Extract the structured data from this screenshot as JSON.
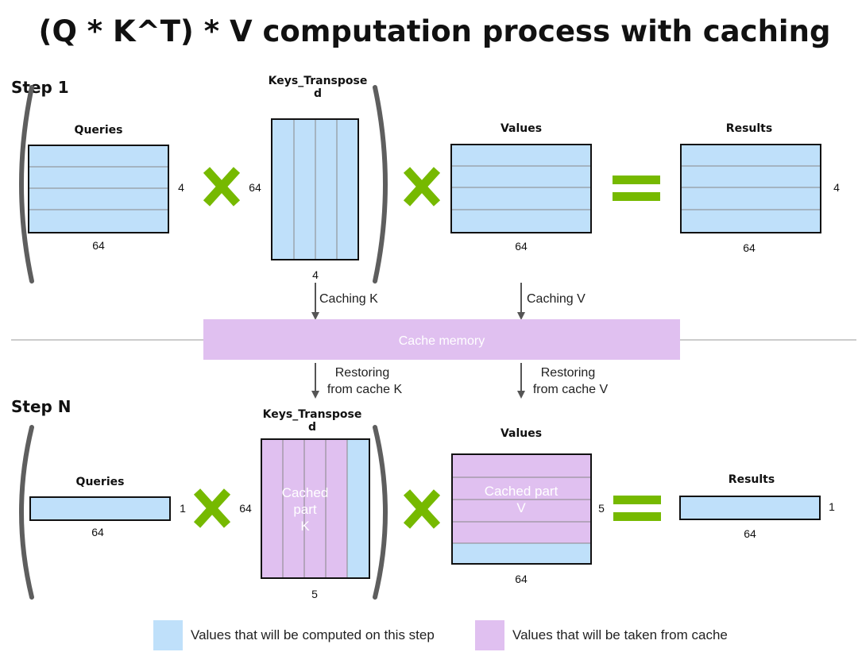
{
  "title": "(Q * K^T) * V computation process with caching",
  "colors": {
    "computed": "#BFE0FA",
    "cached": "#E0C0F0",
    "matrix_border": "#111111",
    "grid_line": "#888888",
    "operator": "#76B900",
    "bracket": "#5E5E5E",
    "arrow": "#555555",
    "divider": "#999999",
    "cache_text": "#ffffff"
  },
  "step1": {
    "label": "Step 1",
    "queries": {
      "title": "Queries",
      "dim_side": "4",
      "dim_bottom": "64"
    },
    "keys": {
      "title_line1": "Keys_Transpose",
      "title_line2": "d",
      "dim_side": "64",
      "dim_bottom": "4"
    },
    "values": {
      "title": "Values",
      "dim_bottom": "64"
    },
    "results": {
      "title": "Results",
      "dim_side": "4",
      "dim_bottom": "64"
    }
  },
  "cache": {
    "label": "Cache memory",
    "caching_k": "Caching K",
    "caching_v": "Caching V",
    "restore_k_line1": "Restoring",
    "restore_k_line2": "from cache K",
    "restore_v_line1": "Restoring",
    "restore_v_line2": "from cache V"
  },
  "stepN": {
    "label": "Step N",
    "queries": {
      "title": "Queries",
      "dim_side": "1",
      "dim_bottom": "64"
    },
    "keys": {
      "title_line1": "Keys_Transpose",
      "title_line2": "d",
      "dim_side": "64",
      "dim_bottom": "5",
      "cached_line1": "Cached",
      "cached_line2": "part",
      "cached_line3": "K"
    },
    "values": {
      "title": "Values",
      "dim_side": "5",
      "dim_bottom": "64",
      "cached_line1": "Cached part",
      "cached_line2": "V"
    },
    "results": {
      "title": "Results",
      "dim_side": "1",
      "dim_bottom": "64"
    }
  },
  "legend": {
    "computed": "Values that will be computed on this step",
    "cached": "Values that will be taken from cache"
  }
}
